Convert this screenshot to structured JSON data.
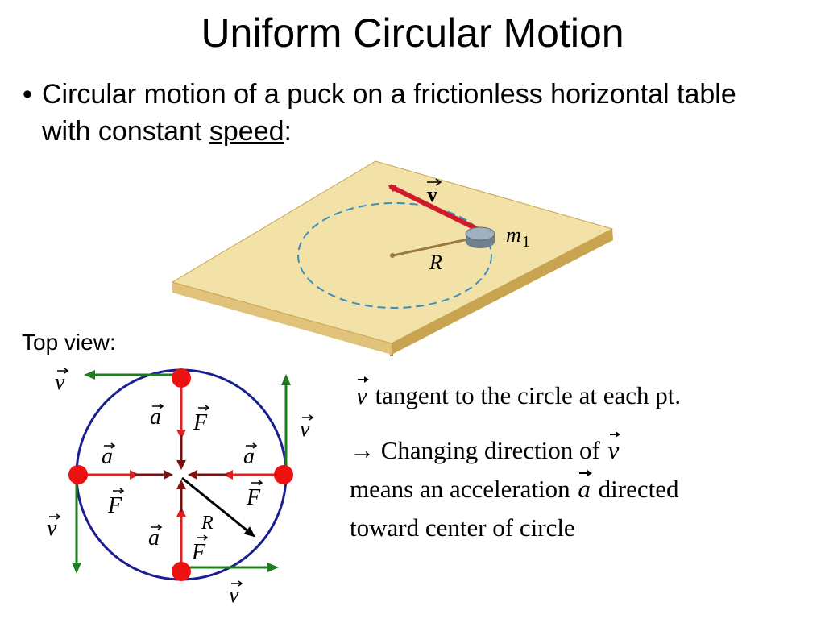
{
  "slide": {
    "title": "Uniform Circular Motion",
    "bullet": {
      "text_before": "Circular motion of a puck on a frictionless horizontal table with constant ",
      "link_word": "speed",
      "text_after": ":"
    }
  },
  "figure": {
    "velocity_label": "v",
    "mass_label": "m",
    "mass_subscript": "1",
    "radius_label": "R"
  },
  "top_view": {
    "caption": "Top view:",
    "velocity_symbol": "v",
    "accel_symbol": "a",
    "force_symbol": "F",
    "radius_label": "R"
  },
  "explanation": {
    "line1_symbol": "v",
    "line1_text": "tangent to the circle at each pt.",
    "arrow": "→",
    "line2_text": "Changing direction of",
    "line2_symbol": "v",
    "line3_text": "means an acceleration",
    "line3_symbol": "a",
    "line3_after": "directed",
    "line4_text": "toward center of circle"
  },
  "colors": {
    "circle": "#1a1f8f",
    "velocity": "#1e7d1e",
    "accel": "#e02020",
    "force": "#7a1010",
    "table_top": "#f2e2a8",
    "table_edge": "#d9b96a",
    "velocity_3d": "#d11a2a"
  }
}
